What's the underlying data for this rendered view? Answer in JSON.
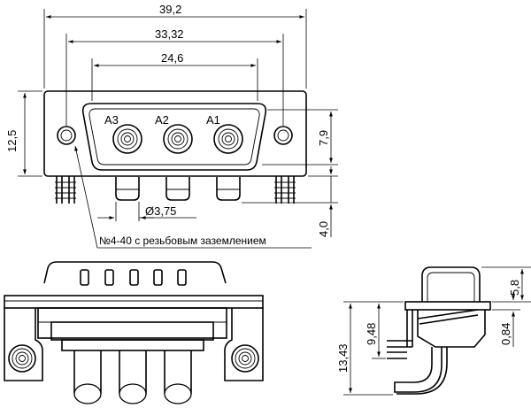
{
  "dimensions": {
    "overall_width": "39,2",
    "mount_hole_spacing": "33,32",
    "shell_width": "24,6",
    "flange_height": "12,5",
    "shell_height": "7,9",
    "pin_diameter": "Ø3,75",
    "pin_length": "4,0",
    "side_top": "5,8",
    "side_total": "13,43",
    "side_mid": "9,48",
    "side_small": "0,84"
  },
  "contacts": [
    "A3",
    "A2",
    "A1"
  ],
  "note": "№4-40 с резьбовым заземлением"
}
